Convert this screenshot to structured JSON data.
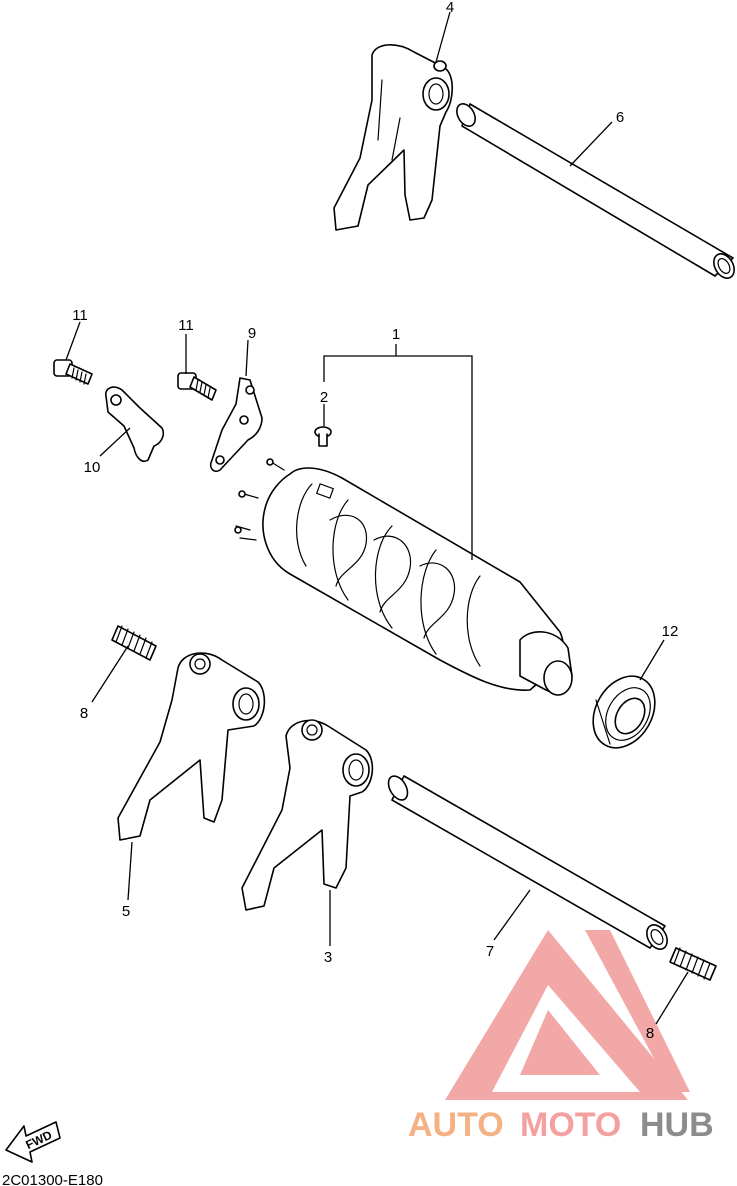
{
  "diagram": {
    "code": "2C01300-E180",
    "fwd_label": "FWD",
    "callouts": [
      "1",
      "2",
      "3",
      "4",
      "5",
      "6",
      "7",
      "8",
      "8",
      "9",
      "10",
      "11",
      "11",
      "12"
    ]
  },
  "watermark": {
    "part1": "AUTO",
    "part2": "MOTO",
    "part3": "HUB",
    "colors": {
      "auto": "#f4b183",
      "moto": "#f4a0a0",
      "hub": "#8c8c8c",
      "logo": "#f29a9a"
    }
  }
}
